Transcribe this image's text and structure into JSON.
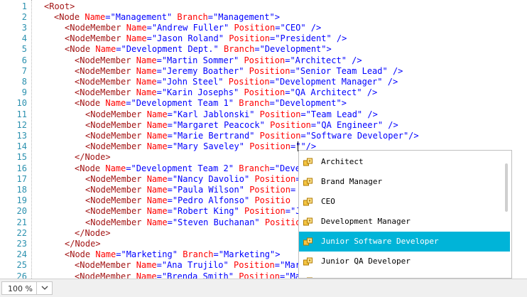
{
  "editor": {
    "line_numbers": [
      "1",
      "2",
      "3",
      "4",
      "5",
      "6",
      "7",
      "8",
      "9",
      "10",
      "11",
      "12",
      "13",
      "14",
      "15",
      "16",
      "17",
      "18",
      "19",
      "20",
      "21",
      "22",
      "23",
      "24",
      "25",
      "26"
    ],
    "lines": [
      [
        {
          "t": "el",
          "v": "<Root>"
        }
      ],
      [
        {
          "t": "el",
          "v": "<Node "
        },
        {
          "t": "at",
          "v": "Name"
        },
        {
          "t": "va",
          "v": "=\"Management\" "
        },
        {
          "t": "at",
          "v": "Branch"
        },
        {
          "t": "va",
          "v": "=\"Management\">"
        }
      ],
      [
        {
          "t": "el",
          "v": "<NodeMember "
        },
        {
          "t": "at",
          "v": "Name"
        },
        {
          "t": "va",
          "v": "=\"Andrew Fuller\" "
        },
        {
          "t": "at",
          "v": "Position"
        },
        {
          "t": "va",
          "v": "=\"CEO\" />"
        }
      ],
      [
        {
          "t": "el",
          "v": "<NodeMember "
        },
        {
          "t": "at",
          "v": "Name"
        },
        {
          "t": "va",
          "v": "=\"Jason Roland\" "
        },
        {
          "t": "at",
          "v": "Position"
        },
        {
          "t": "va",
          "v": "=\"President\" />"
        }
      ],
      [
        {
          "t": "el",
          "v": "<Node "
        },
        {
          "t": "at",
          "v": "Name"
        },
        {
          "t": "va",
          "v": "=\"Development Dept.\" "
        },
        {
          "t": "at",
          "v": "Branch"
        },
        {
          "t": "va",
          "v": "=\"Development\">"
        }
      ],
      [
        {
          "t": "el",
          "v": "<NodeMember "
        },
        {
          "t": "at",
          "v": "Name"
        },
        {
          "t": "va",
          "v": "=\"Martin Sommer\" "
        },
        {
          "t": "at",
          "v": "Position"
        },
        {
          "t": "va",
          "v": "=\"Architect\" />"
        }
      ],
      [
        {
          "t": "el",
          "v": "<NodeMember "
        },
        {
          "t": "at",
          "v": "Name"
        },
        {
          "t": "va",
          "v": "=\"Jeremy Boather\" "
        },
        {
          "t": "at",
          "v": "Position"
        },
        {
          "t": "va",
          "v": "=\"Senior Team Lead\" />"
        }
      ],
      [
        {
          "t": "el",
          "v": "<NodeMember "
        },
        {
          "t": "at",
          "v": "Name"
        },
        {
          "t": "va",
          "v": "=\"John Steel\" "
        },
        {
          "t": "at",
          "v": "Position"
        },
        {
          "t": "va",
          "v": "=\"Development Manager\" />"
        }
      ],
      [
        {
          "t": "el",
          "v": "<NodeMember "
        },
        {
          "t": "at",
          "v": "Name"
        },
        {
          "t": "va",
          "v": "=\"Karin Josephs\" "
        },
        {
          "t": "at",
          "v": "Position"
        },
        {
          "t": "va",
          "v": "=\"QA Architect\" />"
        }
      ],
      [
        {
          "t": "el",
          "v": "<Node "
        },
        {
          "t": "at",
          "v": "Name"
        },
        {
          "t": "va",
          "v": "=\"Development Team 1\" "
        },
        {
          "t": "at",
          "v": "Branch"
        },
        {
          "t": "va",
          "v": "=\"Development\">"
        }
      ],
      [
        {
          "t": "el",
          "v": "<NodeMember "
        },
        {
          "t": "at",
          "v": "Name"
        },
        {
          "t": "va",
          "v": "=\"Karl Jablonski\" "
        },
        {
          "t": "at",
          "v": "Position"
        },
        {
          "t": "va",
          "v": "=\"Team Lead\" />"
        }
      ],
      [
        {
          "t": "el",
          "v": "<NodeMember "
        },
        {
          "t": "at",
          "v": "Name"
        },
        {
          "t": "va",
          "v": "=\"Margaret Peacock\" "
        },
        {
          "t": "at",
          "v": "Position"
        },
        {
          "t": "va",
          "v": "=\"QA Engineer\" />"
        }
      ],
      [
        {
          "t": "el",
          "v": "<NodeMember "
        },
        {
          "t": "at",
          "v": "Name"
        },
        {
          "t": "va",
          "v": "=\"Marie Bertrand\" "
        },
        {
          "t": "at",
          "v": "Position"
        },
        {
          "t": "va",
          "v": "=\"Software Developer\"/>"
        }
      ],
      [
        {
          "t": "el",
          "v": "<NodeMember "
        },
        {
          "t": "at",
          "v": "Name"
        },
        {
          "t": "va",
          "v": "=\"Mary Saveley\" "
        },
        {
          "t": "at",
          "v": "Position"
        },
        {
          "t": "va",
          "v": "=\"\"/>"
        }
      ],
      [
        {
          "t": "el",
          "v": "</Node>"
        }
      ],
      [
        {
          "t": "el",
          "v": "<Node "
        },
        {
          "t": "at",
          "v": "Name"
        },
        {
          "t": "va",
          "v": "=\"Development Team 2\" "
        },
        {
          "t": "at",
          "v": "Branch"
        },
        {
          "t": "va",
          "v": "=\"Deve"
        }
      ],
      [
        {
          "t": "el",
          "v": "<NodeMember "
        },
        {
          "t": "at",
          "v": "Name"
        },
        {
          "t": "va",
          "v": "=\"Nancy Davolio\" "
        },
        {
          "t": "at",
          "v": "Position"
        },
        {
          "t": "va",
          "v": "="
        }
      ],
      [
        {
          "t": "el",
          "v": "<NodeMember "
        },
        {
          "t": "at",
          "v": "Name"
        },
        {
          "t": "va",
          "v": "=\"Paula Wilson\" "
        },
        {
          "t": "at",
          "v": "Position"
        },
        {
          "t": "va",
          "v": "="
        }
      ],
      [
        {
          "t": "el",
          "v": "<NodeMember "
        },
        {
          "t": "at",
          "v": "Name"
        },
        {
          "t": "va",
          "v": "=\"Pedro Alfonso\" "
        },
        {
          "t": "at",
          "v": "Positio"
        }
      ],
      [
        {
          "t": "el",
          "v": "<NodeMember "
        },
        {
          "t": "at",
          "v": "Name"
        },
        {
          "t": "va",
          "v": "=\"Robert King\" "
        },
        {
          "t": "at",
          "v": "Position"
        },
        {
          "t": "va",
          "v": "=\"J"
        }
      ],
      [
        {
          "t": "el",
          "v": "<NodeMember "
        },
        {
          "t": "at",
          "v": "Name"
        },
        {
          "t": "va",
          "v": "=\"Steven Buchanan\" "
        },
        {
          "t": "at",
          "v": "Positio"
        }
      ],
      [
        {
          "t": "el",
          "v": "</Node>"
        }
      ],
      [
        {
          "t": "el",
          "v": "</Node>"
        }
      ],
      [
        {
          "t": "el",
          "v": "<Node "
        },
        {
          "t": "at",
          "v": "Name"
        },
        {
          "t": "va",
          "v": "=\"Marketing\" "
        },
        {
          "t": "at",
          "v": "Branch"
        },
        {
          "t": "va",
          "v": "=\"Marketing\">"
        }
      ],
      [
        {
          "t": "el",
          "v": "<NodeMember "
        },
        {
          "t": "at",
          "v": "Name"
        },
        {
          "t": "va",
          "v": "=\"Ana Trujilo\" "
        },
        {
          "t": "at",
          "v": "Position"
        },
        {
          "t": "va",
          "v": "=\"Mar"
        }
      ],
      [
        {
          "t": "el",
          "v": "<NodeMember "
        },
        {
          "t": "at",
          "v": "Name"
        },
        {
          "t": "va",
          "v": "=\"Brenda Smith\" "
        },
        {
          "t": "at",
          "v": "Position"
        },
        {
          "t": "va",
          "v": "=\"Ma"
        }
      ]
    ]
  },
  "autocomplete": {
    "items": [
      {
        "label": "Architect",
        "selected": false,
        "icon": "property-icon"
      },
      {
        "label": "Brand Manager",
        "selected": false,
        "icon": "property-icon"
      },
      {
        "label": "CEO",
        "selected": false,
        "icon": "property-icon"
      },
      {
        "label": "Development Manager",
        "selected": false,
        "icon": "property-icon"
      },
      {
        "label": "Junior Software Developer",
        "selected": true,
        "icon": "property-icon"
      },
      {
        "label": "Junior QA Developer",
        "selected": false,
        "icon": "property-icon"
      },
      {
        "label": "",
        "selected": false,
        "icon": "property-icon"
      }
    ]
  },
  "statusbar": {
    "zoom": "100 %"
  },
  "colors": {
    "element": "#a31515",
    "attribute": "#ff0000",
    "value": "#0000ff",
    "line_number": "#2b91af",
    "selection": "#00b4d8"
  }
}
